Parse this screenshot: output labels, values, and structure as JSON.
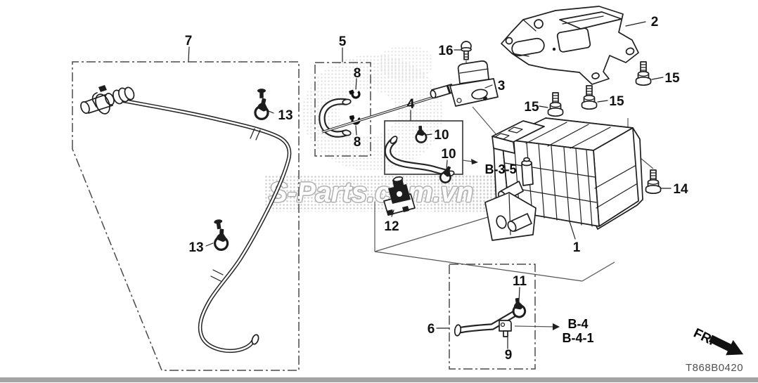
{
  "diagram": {
    "code": "T868B0420",
    "watermark": "S-Parts.com.vn",
    "direction_label": "FR.",
    "callouts": {
      "c1": "1",
      "c2": "2",
      "c3": "3",
      "c4": "4",
      "c5": "5",
      "c6": "6",
      "c7": "7",
      "c8": "8",
      "c9": "9",
      "c10": "10",
      "c11": "11",
      "c12": "12",
      "c13": "13",
      "c14": "14",
      "c15": "15",
      "c16": "16"
    },
    "references": {
      "b35": "B-3-5",
      "b4": "B-4",
      "b41": "B-4-1"
    }
  }
}
